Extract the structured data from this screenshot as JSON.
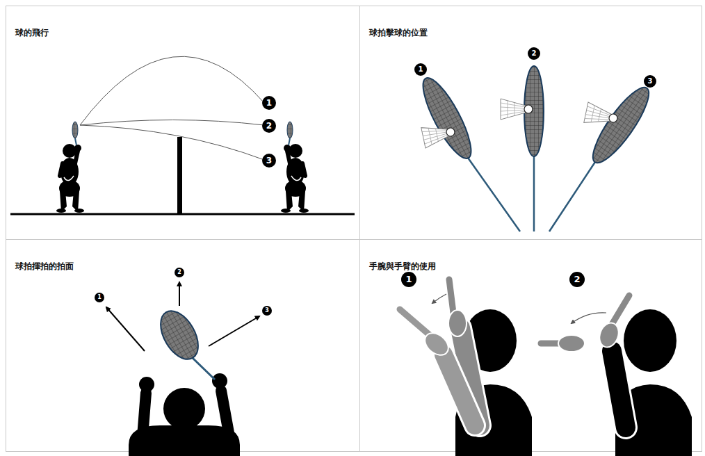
{
  "diagram": {
    "nodes": [
      {
        "text": [
          "球的飛行"
        ]
      },
      {
        "text": [
          "球拍擊球的位置"
        ]
      },
      {
        "text": [
          "球拍揮拍的拍面"
        ]
      },
      {
        "text": [
          "手腕與手臂的使用"
        ]
      }
    ],
    "labels": [
      "1",
      "2",
      "3",
      "1",
      "2",
      "3",
      "1",
      "2",
      "3",
      "1",
      "2"
    ]
  }
}
